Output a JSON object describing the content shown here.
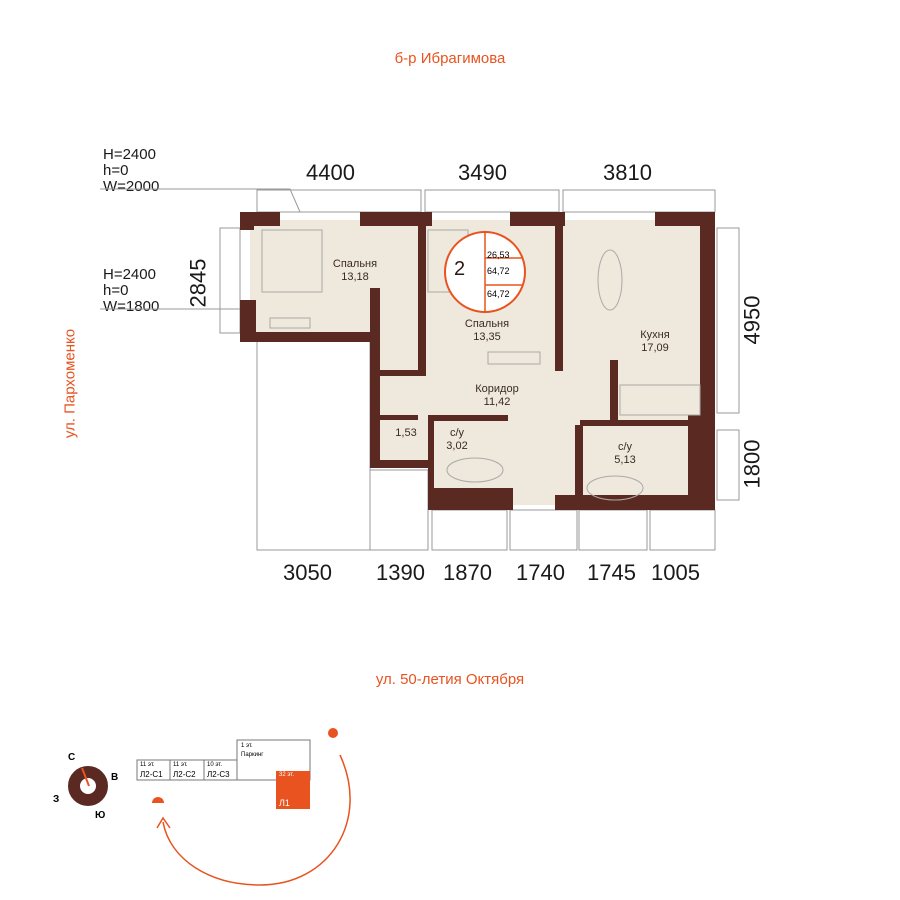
{
  "streets": {
    "top": "б-р Ибрагимова",
    "bottom": "ул. 50-летия Октября",
    "left": "ул. Пархоменко"
  },
  "openings": [
    {
      "H": "H=2400",
      "h": "h=0",
      "W": "W=2000"
    },
    {
      "H": "H=2400",
      "h": "h=0",
      "W": "W=1800"
    }
  ],
  "dimensions": {
    "top": [
      "4400",
      "3490",
      "3810"
    ],
    "bottom": [
      "3050",
      "1390",
      "1870",
      "1740",
      "1745",
      "1005"
    ],
    "left": "2845",
    "right": [
      "4950",
      "1800"
    ]
  },
  "rooms": [
    {
      "name": "Спальня",
      "area": "13,18"
    },
    {
      "name": "Спальня",
      "area": "13,35"
    },
    {
      "name": "Кухня",
      "area": "17,09"
    },
    {
      "name": "Коридор",
      "area": "11,42"
    },
    {
      "name": "",
      "area": "1,53"
    },
    {
      "name": "с/у",
      "area": "3,02"
    },
    {
      "name": "с/у",
      "area": "5,13"
    }
  ],
  "badge": {
    "rooms": "2",
    "living_area": "26,53",
    "total_area": "64,72",
    "total_area_2": "64,72"
  },
  "compass": {
    "n": "С",
    "e": "В",
    "s": "Ю",
    "w": "З"
  },
  "site": {
    "sections": [
      {
        "floors": "11 эт.",
        "name": "Л2-С1"
      },
      {
        "floors": "11 эт.",
        "name": "Л2-С2"
      },
      {
        "floors": "10 эт.",
        "name": "Л2-С3"
      }
    ],
    "parking": {
      "floors": "1 эт.",
      "name": "Паркинг"
    },
    "current": {
      "floors": "32 эт.",
      "name": "Л1"
    }
  },
  "colors": {
    "wall": "#5a2a22",
    "floor": "#efe8dc",
    "accent": "#e8531f"
  }
}
